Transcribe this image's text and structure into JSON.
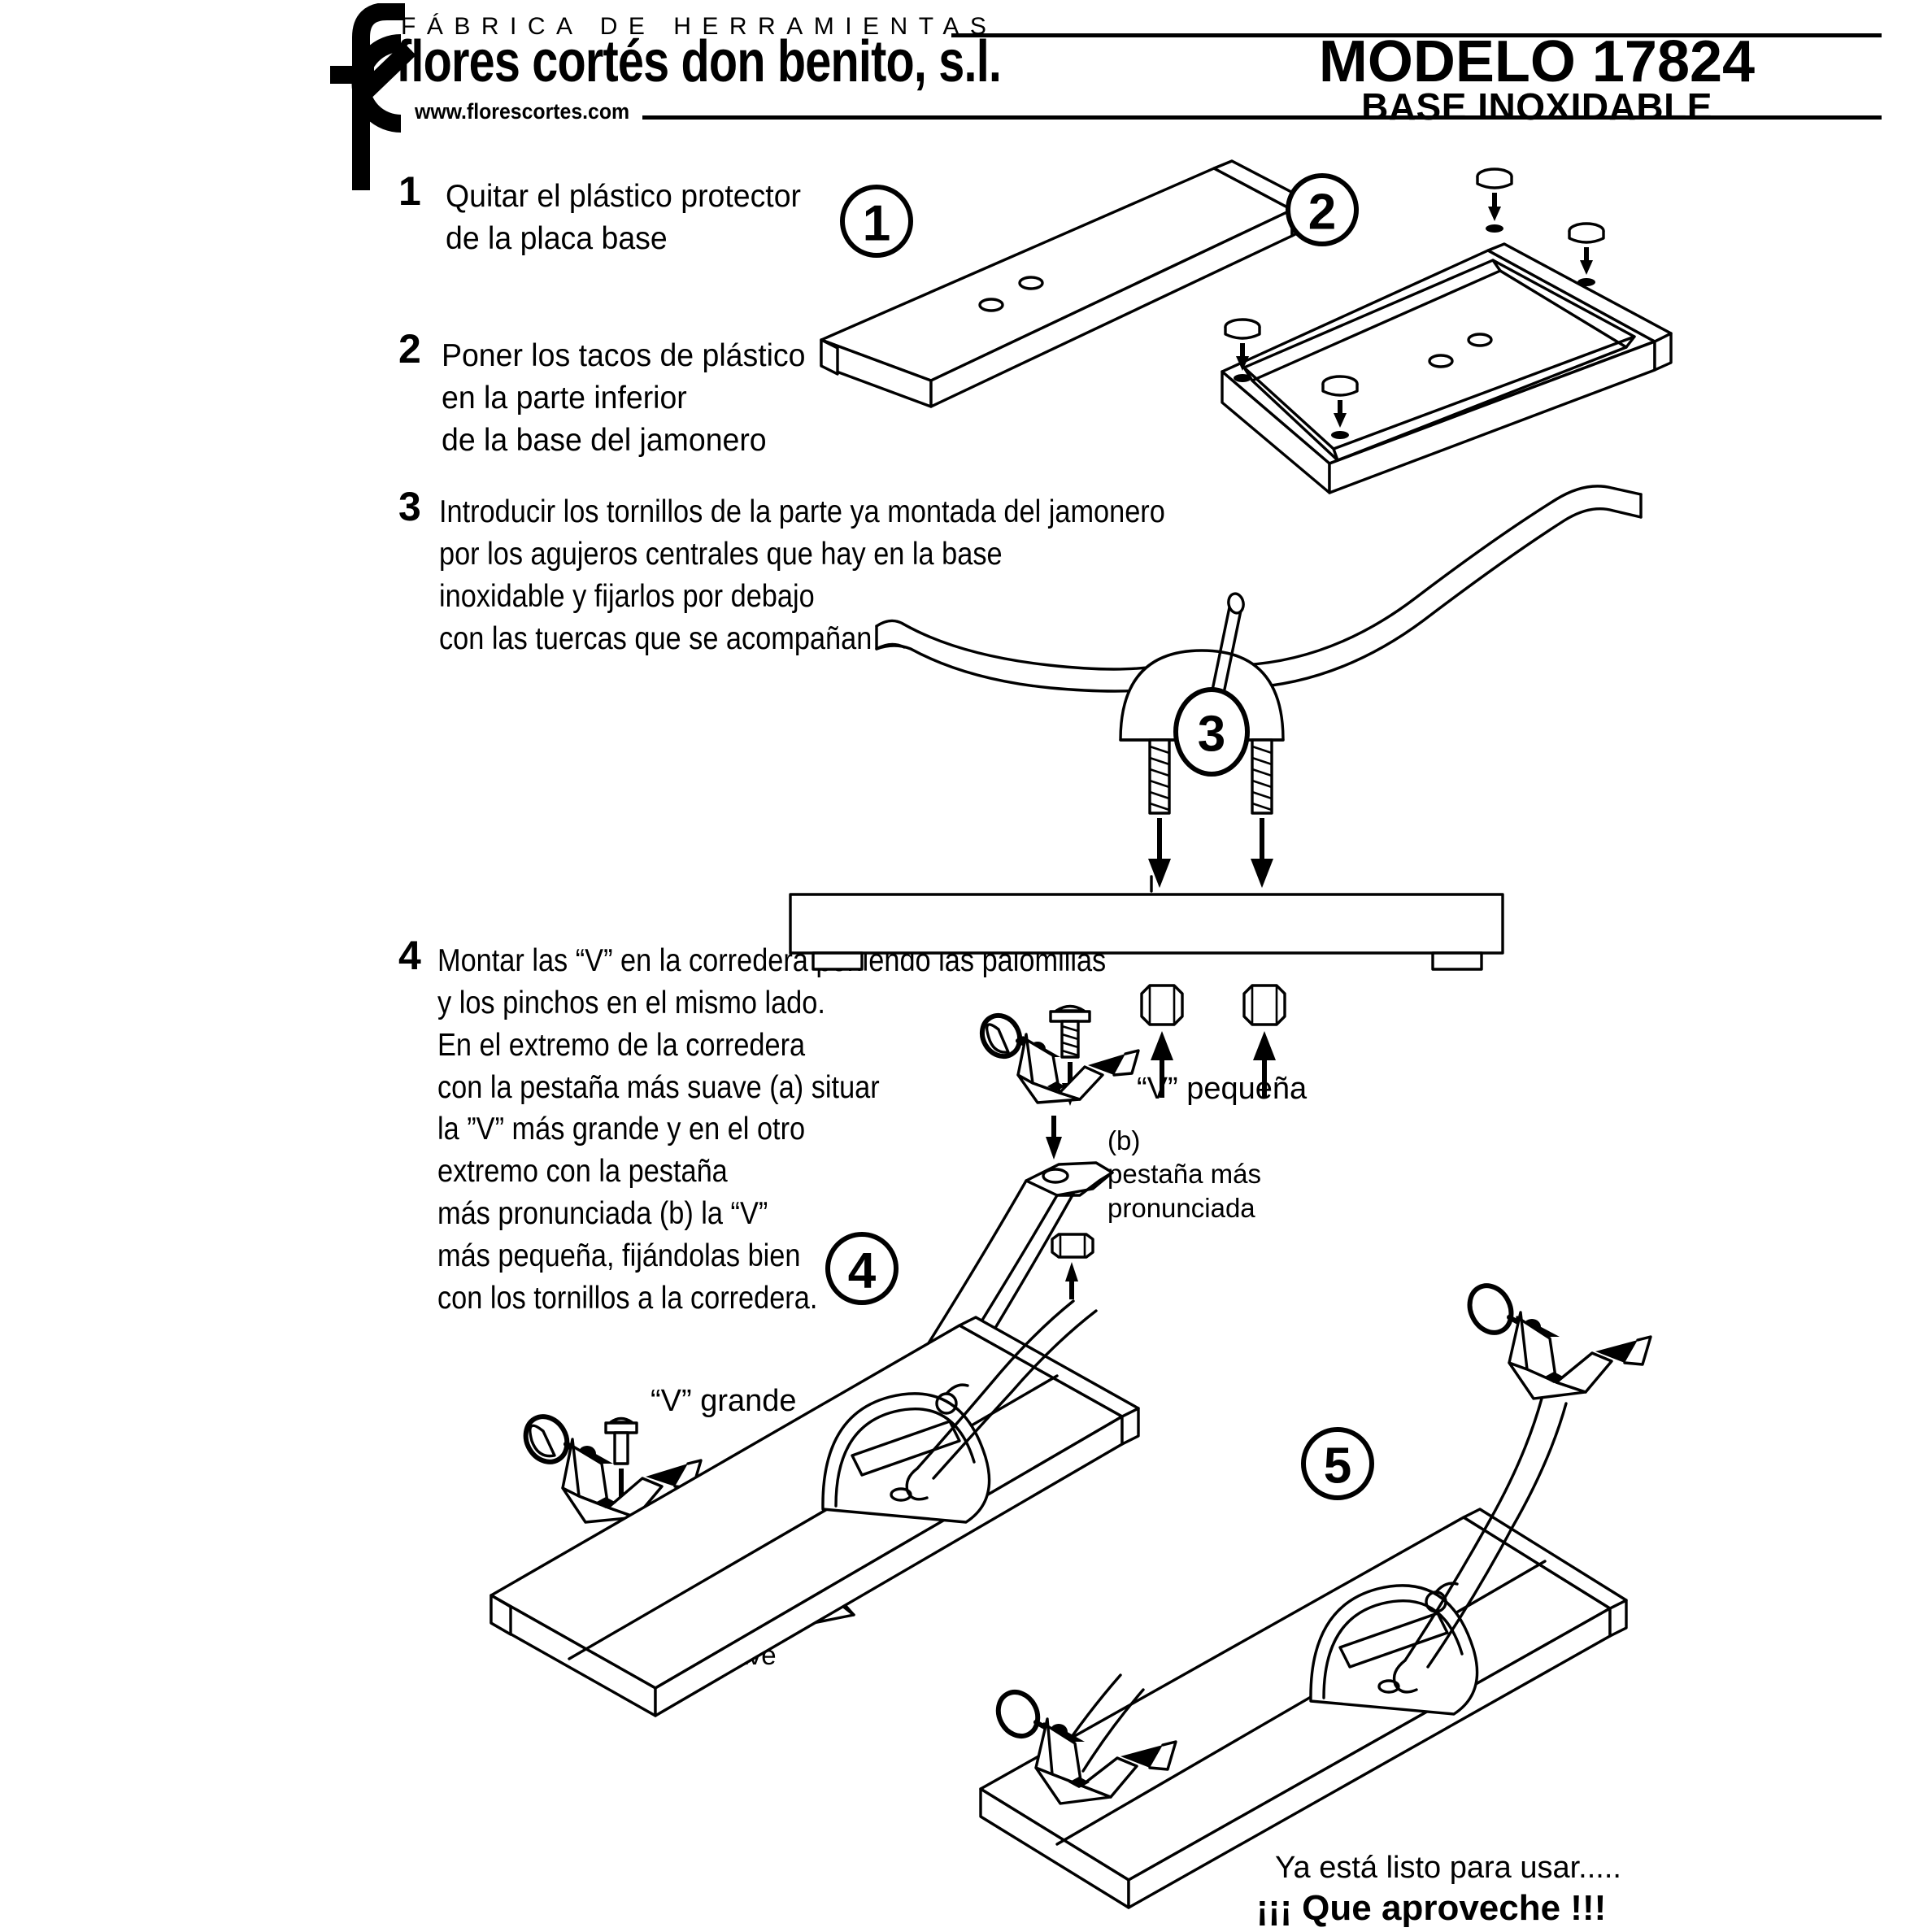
{
  "header": {
    "tagline": "FÁBRICA DE HERRAMIENTAS",
    "company": "flores cortés don benito, s.l.",
    "website": "www.florescortes.com",
    "model": "MODELO 17824",
    "subtitle": "BASE INOXIDABLE",
    "logo_icon": "fc-monogram-logo"
  },
  "steps": [
    {
      "number": "1",
      "badge": "1",
      "text": "Quitar el plástico protector\nde la placa base"
    },
    {
      "number": "2",
      "badge": "2",
      "text": "Poner los tacos de plástico\nen la parte inferior\nde la base del  jamonero"
    },
    {
      "number": "3",
      "badge": "3",
      "text": "Introducir los tornillos de la parte  ya montada del jamonero\npor los agujeros centrales que hay en la base\ninoxidable y fijarlos por debajo\ncon las tuercas que se acompañan"
    },
    {
      "number": "4",
      "badge": "4",
      "text": "Montar las “V” en la corredera poniendo las palomillas\ny los pinchos en el mismo lado.\nEn el extremo de la corredera\ncon la pestaña más suave (a) situar\nla ”V” más grande y en el otro\nextremo con la pestaña\nmás pronunciada (b) la “V”\nmás pequeña, fijándolas bien\ncon los tornillos a la corredera."
    },
    {
      "number": "5",
      "badge": "5",
      "text": ""
    }
  ],
  "annotations": {
    "v_small": "“V” pequeña",
    "v_large": "“V” grande",
    "flange_b": "(b)\npestaña más\npronunciada",
    "flange_a": "(a) pestaña\nmás suave"
  },
  "footer": {
    "ready": "Ya está listo para usar.....",
    "enjoy": "¡¡¡ Que aproveche !!!"
  },
  "colors": {
    "ink": "#000000",
    "paper": "#ffffff"
  }
}
